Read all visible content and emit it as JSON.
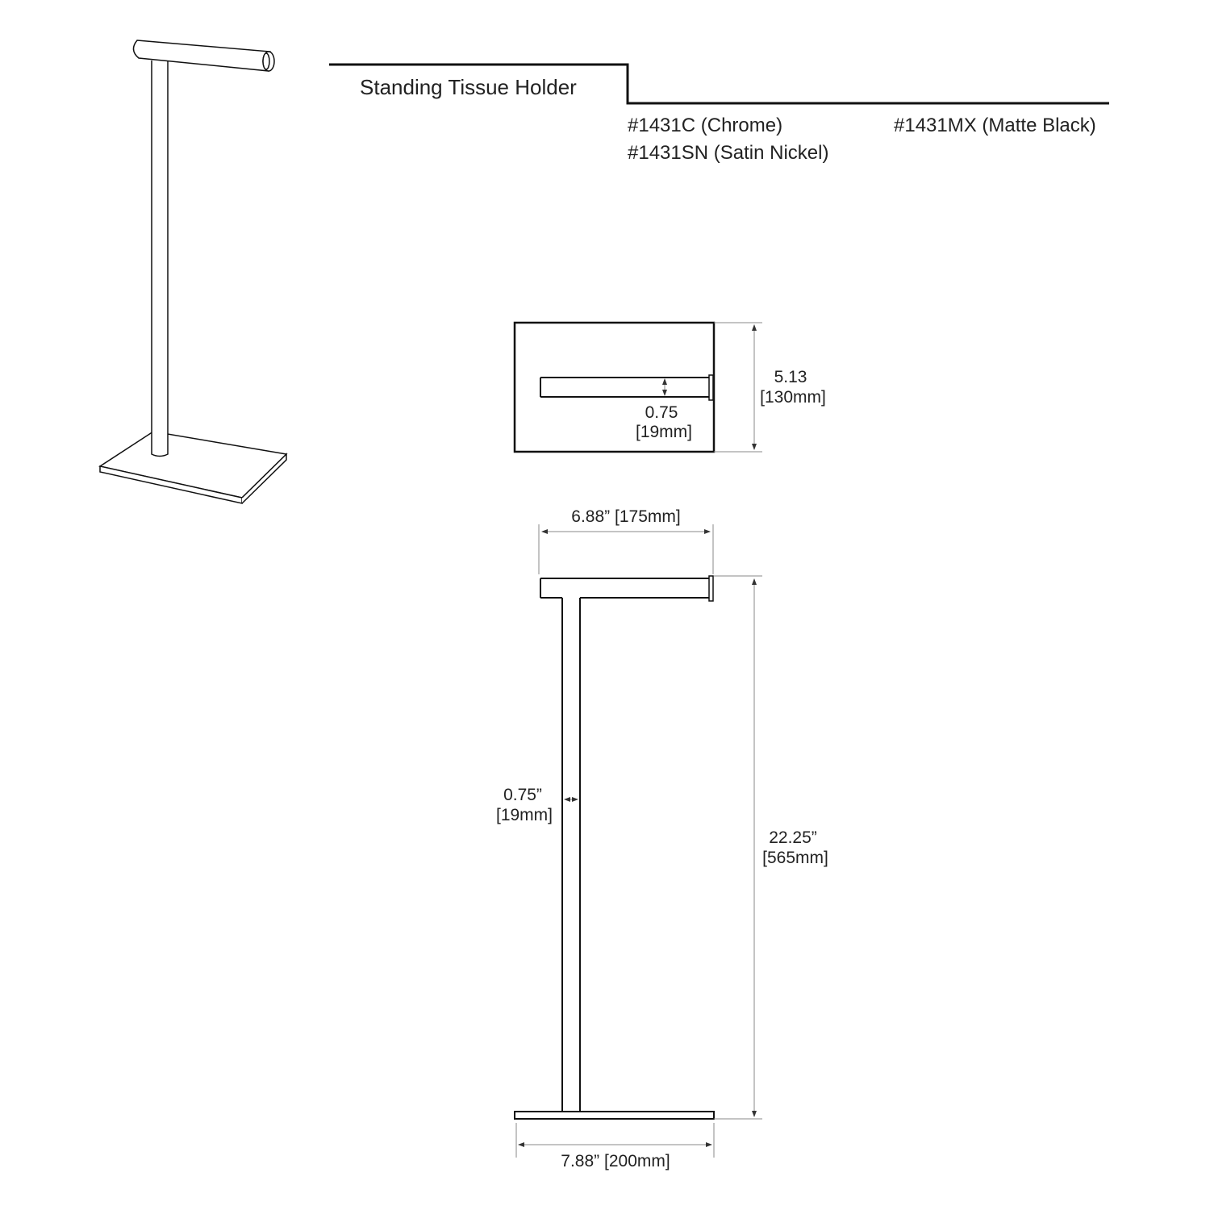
{
  "header": {
    "title": "Standing Tissue Holder",
    "models": [
      "#1431C (Chrome)",
      "#1431SN (Satin Nickel)",
      "#1431MX (Matte Black)"
    ]
  },
  "top_view": {
    "depth": "5.13",
    "depth_mm": "[130mm]",
    "rod_diameter": "0.75",
    "rod_diameter_mm": "[19mm]"
  },
  "front_view": {
    "arm_width": "6.88” [175mm]",
    "post_diameter": "0.75”",
    "post_diameter_mm": "[19mm]",
    "height": "22.25”",
    "height_mm": "[565mm]",
    "base_width": "7.88” [200mm]"
  }
}
